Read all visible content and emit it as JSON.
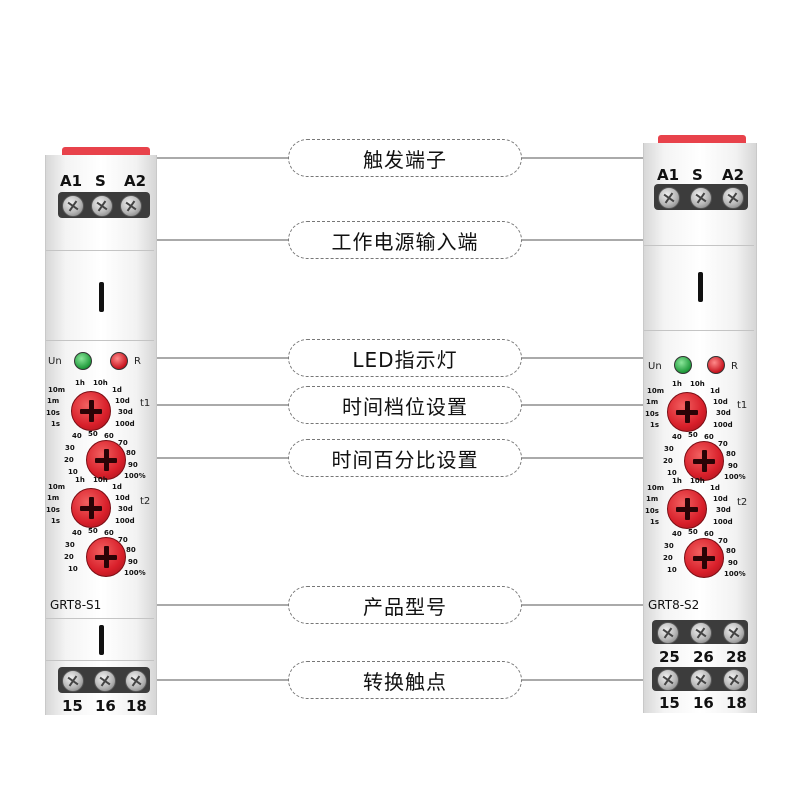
{
  "callouts": {
    "trigger_terminal": "触发端子",
    "power_input": "工作电源输入端",
    "led_indicator": "LED指示灯",
    "time_range_setting": "时间档位设置",
    "time_percent_setting": "时间百分比设置",
    "product_model": "产品型号",
    "changeover_contact": "转换触点"
  },
  "left_device": {
    "top_terminals": [
      "A1",
      "S",
      "A2"
    ],
    "led_labels": [
      "Un",
      "R"
    ],
    "model": "GRT8-S1",
    "bottom_terminals": [
      "15",
      "16",
      "18"
    ],
    "t1_label": "t1",
    "t2_label": "t2"
  },
  "right_device": {
    "top_terminals": [
      "A1",
      "S",
      "A2"
    ],
    "led_labels": [
      "Un",
      "R"
    ],
    "model": "GRT8-S2",
    "mid_terminals": [
      "25",
      "26",
      "28"
    ],
    "bottom_terminals": [
      "15",
      "16",
      "18"
    ],
    "t1_label": "t1",
    "t2_label": "t2"
  },
  "dial_range": [
    "10m",
    "1h",
    "10h",
    "1d",
    "10d",
    "30d",
    "100d",
    "1m",
    "10s",
    "1s"
  ],
  "dial_percent": [
    "40",
    "50",
    "60",
    "70",
    "30",
    "80",
    "20",
    "90",
    "10",
    "100%"
  ],
  "colors": {
    "knob": "#d81f2a",
    "cap": "#e8424b",
    "led_green": "#1f9a3b",
    "led_red": "#c8141f"
  }
}
